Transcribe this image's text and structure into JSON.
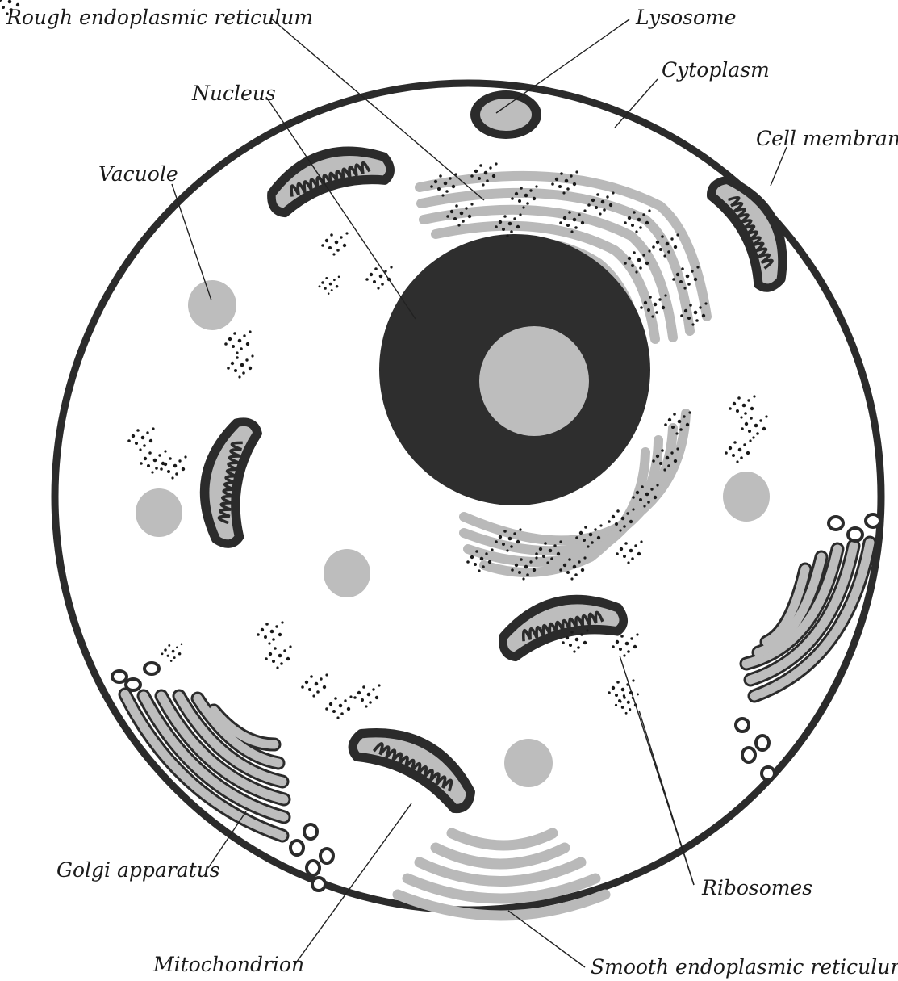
{
  "labels": {
    "rough_er": "Rough endoplasmic reticulum",
    "lysosome": "Lysosome",
    "cytoplasm": "Cytoplasm",
    "nucleus": "Nucleus",
    "cell_membrane": "Cell membrane",
    "vacuole": "Vacuole",
    "golgi": "Golgi apparatus",
    "ribosomes": "Ribosomes",
    "mitochondrion": "Mitochondrion",
    "smooth_er": "Smooth endoplasmic reticulum"
  },
  "colors": {
    "membrane": "#2b2b2b",
    "nucleus": "#2e2e2e",
    "nucleolus": "#bdbdbd",
    "organelle_gray": "#bdbdbd",
    "ink": "#1a1a1a"
  }
}
